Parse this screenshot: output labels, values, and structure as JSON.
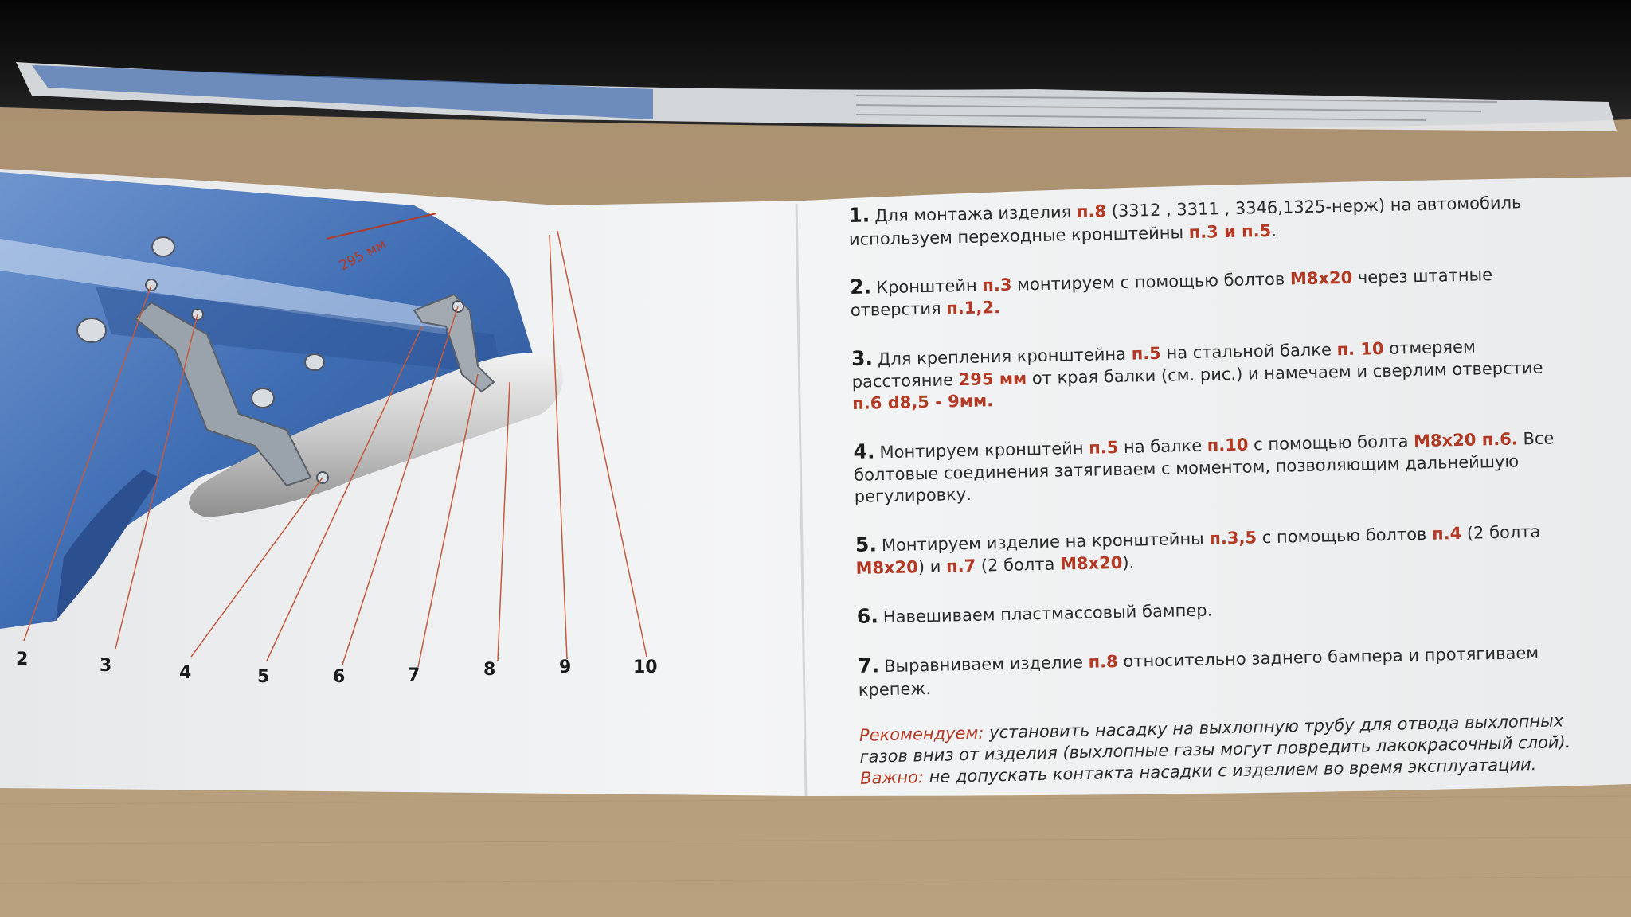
{
  "instructions": {
    "step1": {
      "num": "1.",
      "t1": "Для монтажа изделия ",
      "h1": "п.8",
      "t2": " (3312 , 3311 , 3346,1325-нерж) на автомобиль используем переходные кронштейны ",
      "h2": "п.3 и п.5",
      "t3": "."
    },
    "step2": {
      "num": "2.",
      "t1": "Кронштейн ",
      "h1": "п.3",
      "t2": " монтируем  с помощью болтов ",
      "h2": "М8х20",
      "t3": " через штатные отверстия ",
      "h3": "п.1,2."
    },
    "step3": {
      "num": "3.",
      "t1": "Для крепления кронштейна ",
      "h1": "п.5",
      "t2": " на стальной балке ",
      "h2": "п. 10",
      "t3": " отмеряем расстояние ",
      "h3": "295 мм",
      "t4": " от края балки (см. рис.) и намечаем и сверлим отверстие ",
      "h4": "п.6 d8,5 - 9мм."
    },
    "step4": {
      "num": "4.",
      "t1": "Монтируем кронштейн ",
      "h1": "п.5",
      "t2": " на балке ",
      "h2": "п.10",
      "t3": " с помощью болта ",
      "h3": "М8х20 п.6.",
      "t4": " Все болтовые соединения затягиваем с моментом, позволяющим дальнейшую регулировку."
    },
    "step5": {
      "num": "5.",
      "t1": "Монтируем изделие на кронштейны  ",
      "h1": "п.3,5",
      "t2": " с помощью болтов ",
      "h2": "п.4",
      "t3": " (2 болта ",
      "h3": "М8х20",
      "t4": ") и ",
      "h4": "п.7",
      "t5": " (2 болта ",
      "h5": "М8х20",
      "t6": ")."
    },
    "step6": {
      "num": "6.",
      "t1": "Навешиваем пластмассовый бампер."
    },
    "step7": {
      "num": "7.",
      "t1": "Выравниваем изделие ",
      "h1": "п.8",
      "t2": " относительно заднего бампера и протягиваем крепеж."
    },
    "recommend": {
      "label": "Рекомендуем:",
      "text": " установить насадку на выхлопную трубу для отвода выхлопных газов вниз от изделия (выхлопные газы могут повредить лакокрасочный слой)."
    },
    "important": {
      "label": "Важно:",
      "text": "  не допускать контакта насадки с изделием во время эксплуатации."
    }
  },
  "diagram": {
    "dimension_label": "295 мм",
    "callouts": [
      "2",
      "3",
      "4",
      "5",
      "6",
      "7",
      "8",
      "9",
      "10"
    ]
  },
  "colors": {
    "highlight": "#b23a24",
    "cardboard": "#b39a7a",
    "paper": "#f2f3f3",
    "steel_blue": "#4f7fc0"
  }
}
